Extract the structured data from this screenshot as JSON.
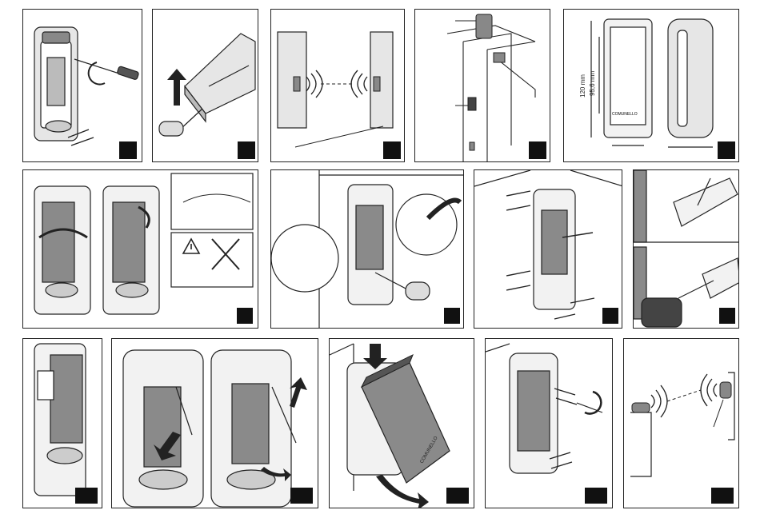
{
  "dimensions": {
    "height_total": "120 mm",
    "height_holes": "95,6 mm"
  },
  "brand": {
    "logo_text": "COMUNELLO"
  },
  "colors": {
    "stroke": "#222222",
    "device_grey": "#8a8a8a",
    "device_light": "#e6e6e6",
    "badge": "#111111",
    "warning": "#222222"
  },
  "icons": [
    "screwdriver-icon",
    "rotate-arrow-icon",
    "up-arrow-icon",
    "signal-waves-icon",
    "warning-triangle-icon",
    "cross-out-icon",
    "drill-icon",
    "down-arrow-icon",
    "curved-arrow-icon"
  ]
}
